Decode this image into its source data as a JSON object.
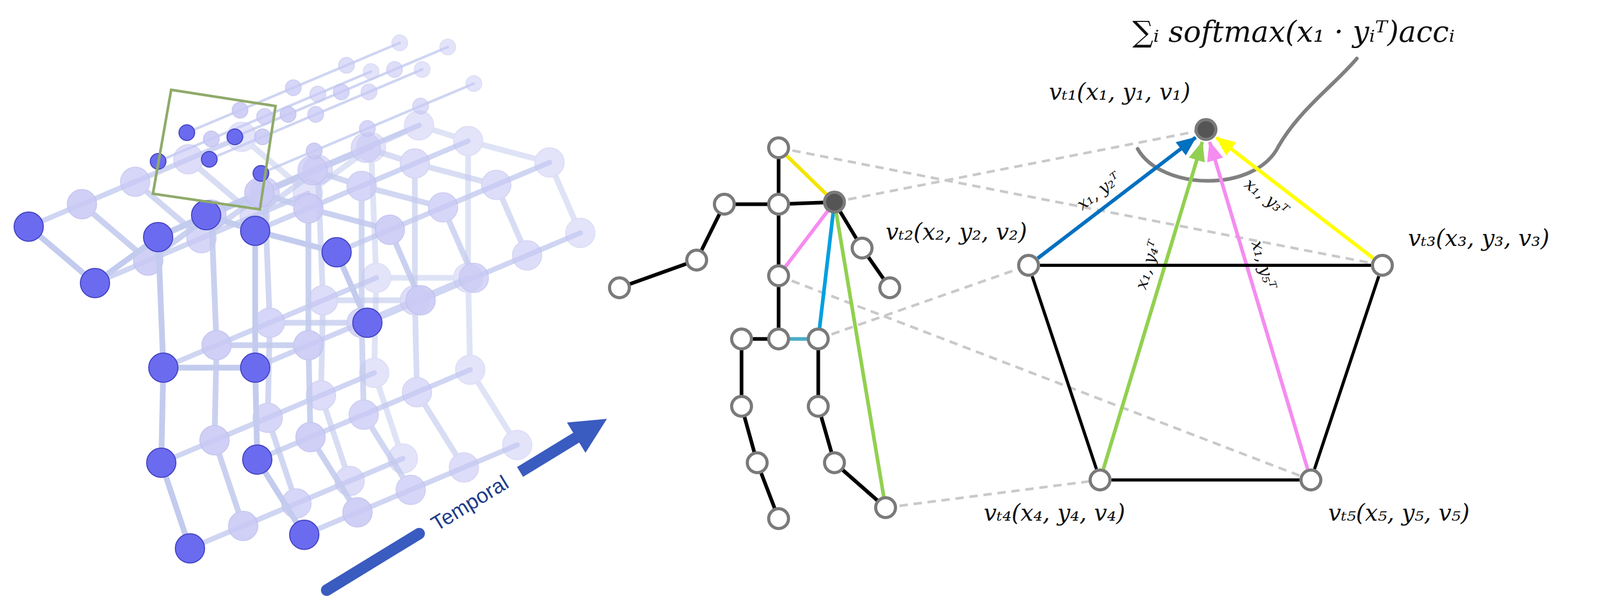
{
  "diagram": {
    "nodes": [
      {
        "text": [
          "vₜ₁(x₁, y₁, v₁)"
        ]
      },
      {
        "text": [
          "vₜ₂(x₂, y₂, v₂)"
        ]
      },
      {
        "text": [
          "vₜ₃(x₃, y₃, v₃)"
        ]
      },
      {
        "text": [
          "vₜ₄(x₄, y₄, v₄)"
        ]
      },
      {
        "text": [
          "vₜ₅(x₅, y₅, v₅)"
        ]
      }
    ],
    "edges": [
      {
        "from": 1,
        "to": 0,
        "arrow": "to",
        "label": "x₁, y₂ᵀ"
      },
      {
        "from": 3,
        "to": 0,
        "arrow": "to",
        "label": "x₁, y₄ᵀ"
      },
      {
        "from": 4,
        "to": 0,
        "arrow": "to",
        "label": "x₁, y₅ᵀ"
      },
      {
        "from": 2,
        "to": 0,
        "arrow": "to",
        "label": "x₁, y₃ᵀ"
      },
      {
        "from": 1,
        "to": 2,
        "arrow": "none"
      },
      {
        "from": 1,
        "to": 3,
        "arrow": "none"
      },
      {
        "from": 3,
        "to": 4,
        "arrow": "none"
      },
      {
        "from": 4,
        "to": 2,
        "arrow": "none"
      }
    ],
    "labels": [
      "Temporal",
      "∑ᵢ softmax(x₁ · yᵢᵀ)accᵢ"
    ]
  }
}
